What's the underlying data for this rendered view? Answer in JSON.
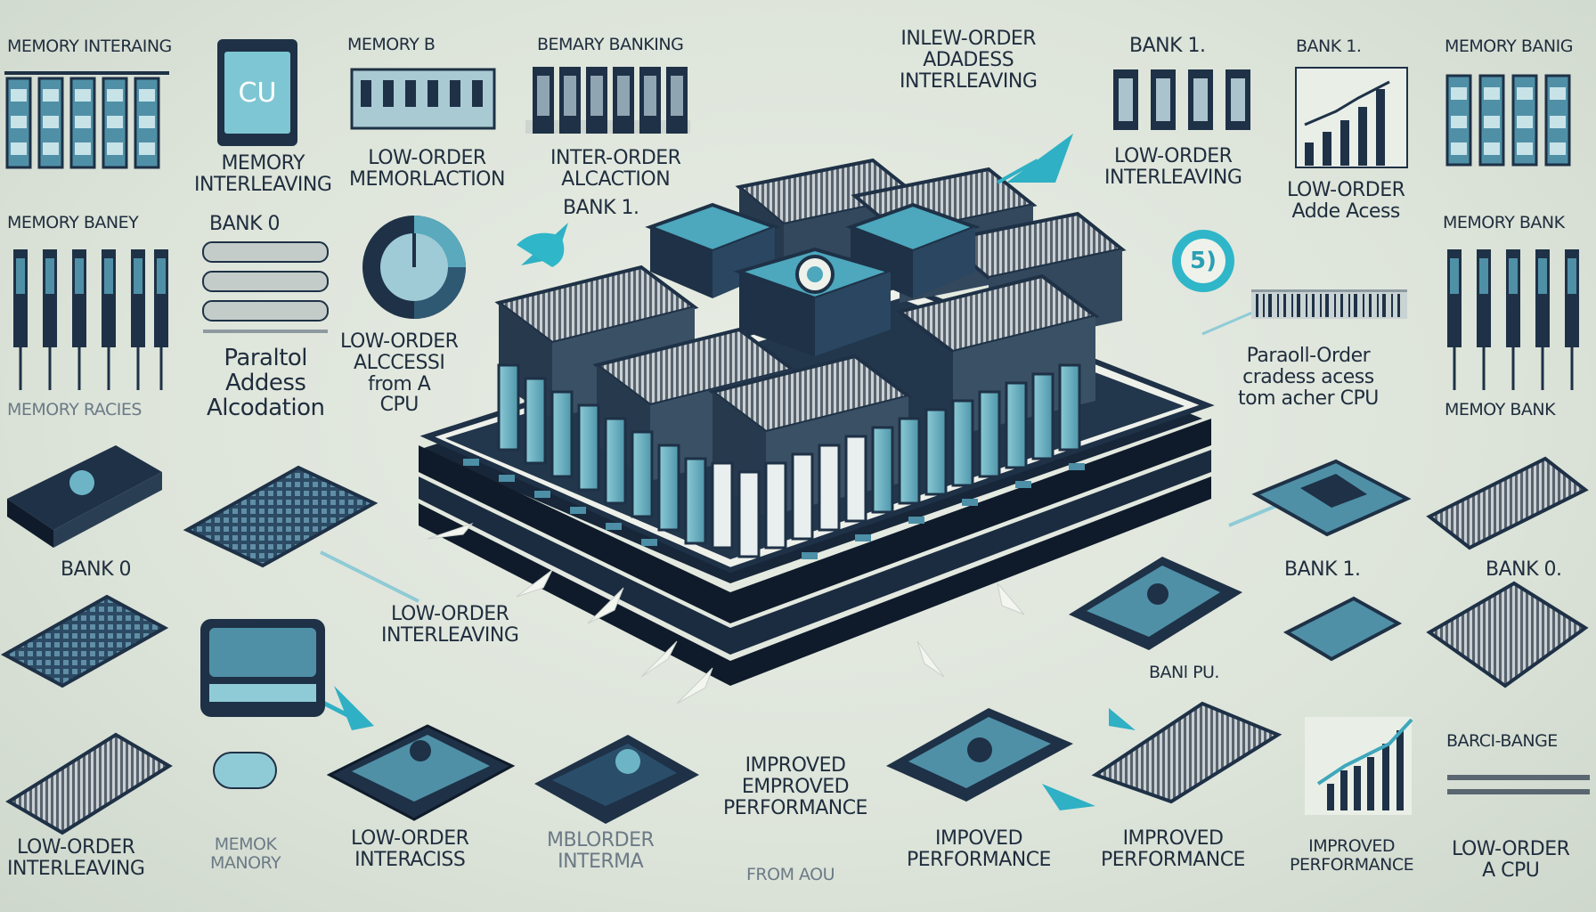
{
  "labels": {
    "memory_interaing": "MEMORY INTERAING",
    "memory_b": "MEMORY B",
    "bemary_banking": "BEMARY BANKING",
    "inlew_order_title": "INLEW-ORDER\nADADESS\nINTERLEAVING",
    "bank_1_top": "BANK 1.",
    "bank_1_top_right": "BANK 1.",
    "memory_banig_top_right": "MEMORY BANIG",
    "cu_text": "CU",
    "memory_interleaving_left": "MEMORY\nINTERLEAVING",
    "low_order_memorlaction": "LOW-ORDER\nMEMORLACTION",
    "inter_order_alacation": "INTER-ORDER\nALCACTION",
    "bank_1_center": "BANK 1.",
    "low_order_interleaving_top": "LOW-ORDER\nINTERLEAVING",
    "low_order_adde_access": "LOW-ORDER\nAdde Acess",
    "memory_baney": "MEMORY BANEY",
    "bank_0_left": "BANK 0",
    "memory_bank_right": "MEMORY BANK",
    "paraltol_address": "Paraltol\nAddess\nAlcodation",
    "low_order_from_cpu": "LOW-ORDER\nALCCESSI\nfrom A\nCPU",
    "parall_order": "Paraoll-Order\ncradess acess\ntom acher CPU",
    "memory_racies": "MEMORY RACIES",
    "memoy_bank": "MEMOY BANK",
    "badge_number": "5)",
    "bank_0_mid_left": "BANK 0",
    "bank_1_mid_right": "BANK 1.",
    "bank_0_mid_far_right": "BANK 0.",
    "low_order_interleaving_center": "LOW-ORDER\nINTERLEAVING",
    "banl_pu": "BANl PU.",
    "low_order_interleaving_bottom_left": "LOW-ORDER\nINTERLEAVING",
    "memok_manory": "MEMOK\nMANORY",
    "low_order_interaccess": "LOW-ORDER\nINTERACISS",
    "mblorder_interma": "MBLORDER\nINTERMA",
    "improved_emproved": "IMPROVED\nEMPROVED\nPERFORMANCE",
    "from_aou": "FROM AOU",
    "impoved_performance": "IMPOVED\nPERFORMANCE",
    "improved_performance": "IMPROVED\nPERFORMANCE",
    "improved_performance_small": "IMPROVED\nPERFORMANCE",
    "barci_bange": "BARCI-BANGE",
    "low_order_a_cpu": "LOW-ORDER\nA CPU"
  },
  "colors": {
    "background": "#dfe5dc",
    "navy": "#1e3146",
    "teal": "#3fa7bb",
    "light_teal": "#7ec6d3",
    "text": "#1f2d3d"
  }
}
